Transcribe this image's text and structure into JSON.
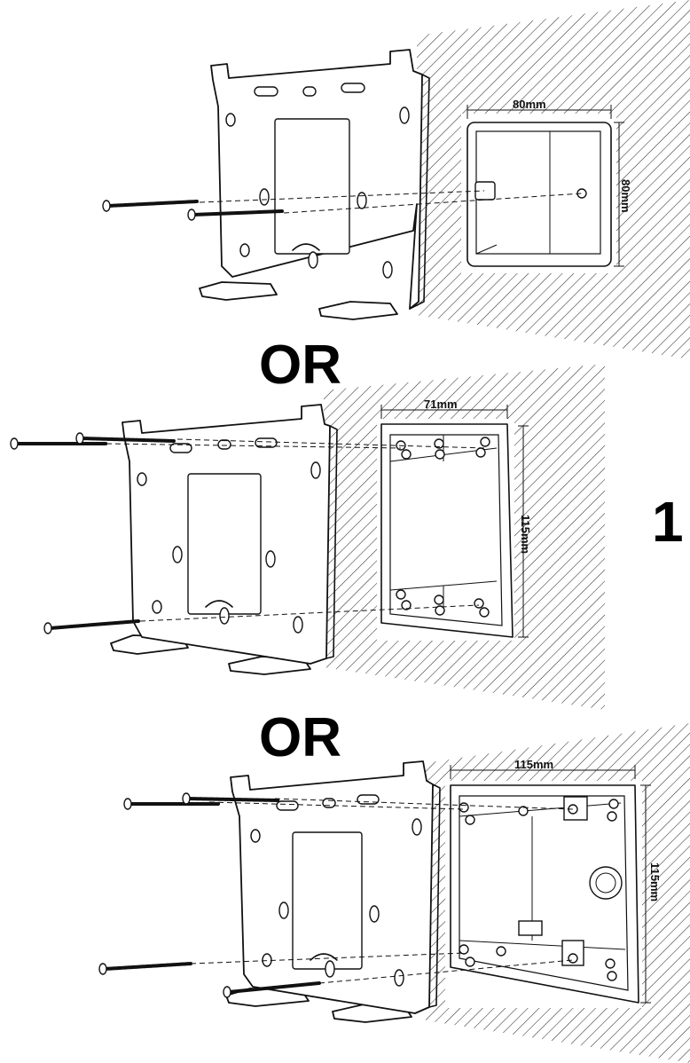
{
  "step_number": "1",
  "separator_label": "OR",
  "box1": {
    "width_label": "80mm",
    "height_label": "80mm"
  },
  "box2": {
    "width_label": "71mm",
    "height_label": "115mm"
  },
  "box3": {
    "width_label": "115mm",
    "height_label": "115mm"
  }
}
